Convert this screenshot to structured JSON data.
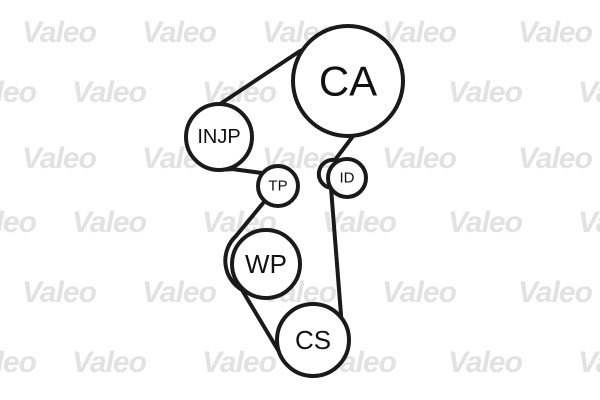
{
  "watermark": {
    "text": "Valeo",
    "color": "#e2e2e2"
  },
  "diagram": {
    "belt_color": "#1a1a1a",
    "pulleys": [
      {
        "id": "ca",
        "label": "CA"
      },
      {
        "id": "injp",
        "label": "INJP"
      },
      {
        "id": "tp",
        "label": "TP"
      },
      {
        "id": "id",
        "label": "ID"
      },
      {
        "id": "wp",
        "label": "WP"
      },
      {
        "id": "cs",
        "label": "CS"
      }
    ]
  }
}
